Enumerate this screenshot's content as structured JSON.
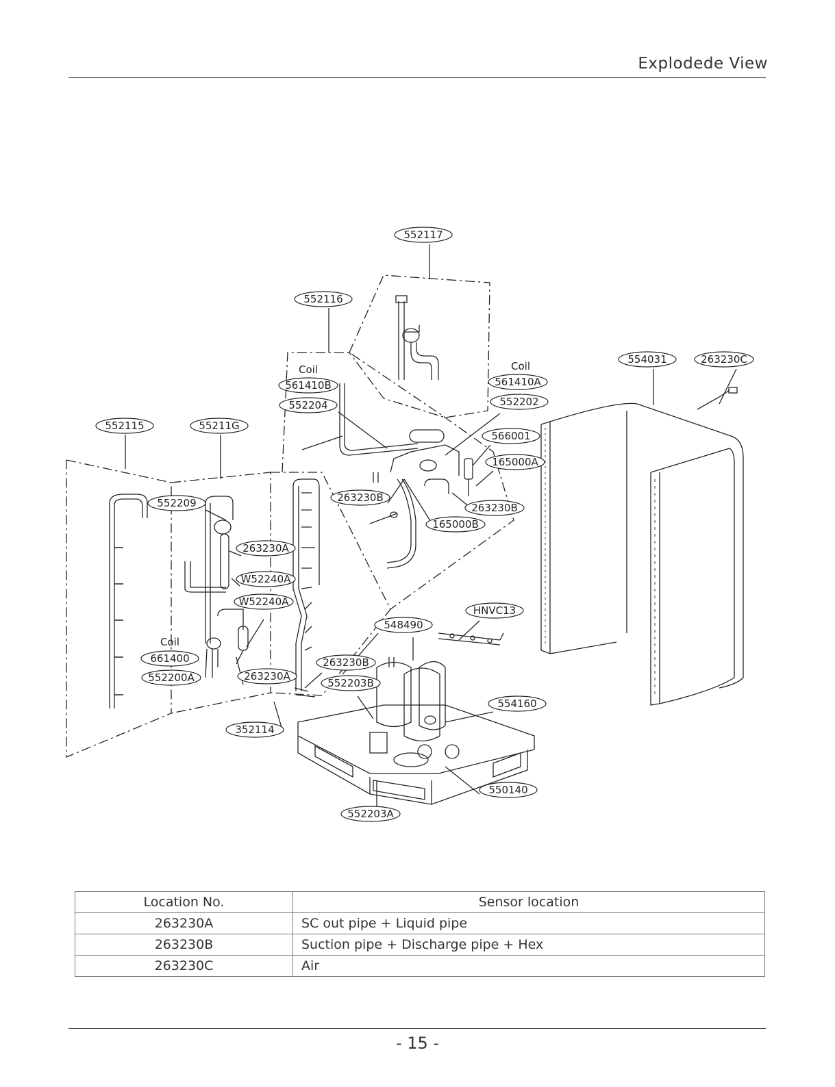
{
  "header": {
    "title": "Explodede View"
  },
  "diagram": {
    "callouts": [
      {
        "id": "c-552117",
        "label": "552117"
      },
      {
        "id": "c-552116",
        "label": "552116"
      },
      {
        "id": "c-561410B",
        "label": "561410B"
      },
      {
        "id": "c-552204",
        "label": "552204"
      },
      {
        "id": "c-561410A",
        "label": "561410A"
      },
      {
        "id": "c-552202",
        "label": "552202"
      },
      {
        "id": "c-566001",
        "label": "566001"
      },
      {
        "id": "c-165000A",
        "label": "165000A"
      },
      {
        "id": "c-263230B-1",
        "label": "263230B"
      },
      {
        "id": "c-263230B-2",
        "label": "263230B"
      },
      {
        "id": "c-165000B",
        "label": "165000B"
      },
      {
        "id": "c-554031",
        "label": "554031"
      },
      {
        "id": "c-263230C",
        "label": "263230C"
      },
      {
        "id": "c-552115",
        "label": "552115"
      },
      {
        "id": "c-55211G",
        "label": "55211G"
      },
      {
        "id": "c-552209",
        "label": "552209"
      },
      {
        "id": "c-263230A-1",
        "label": "263230A"
      },
      {
        "id": "c-W52240A-1",
        "label": "W52240A"
      },
      {
        "id": "c-W52240A-2",
        "label": "W52240A"
      },
      {
        "id": "c-661400",
        "label": "661400"
      },
      {
        "id": "c-552200A",
        "label": "552200A"
      },
      {
        "id": "c-263230A-2",
        "label": "263230A"
      },
      {
        "id": "c-HNVC13",
        "label": "HNVC13"
      },
      {
        "id": "c-548490",
        "label": "548490"
      },
      {
        "id": "c-263230B-3",
        "label": "263230B"
      },
      {
        "id": "c-552203B",
        "label": "552203B"
      },
      {
        "id": "c-554160",
        "label": "554160"
      },
      {
        "id": "c-352114",
        "label": "352114"
      },
      {
        "id": "c-550140",
        "label": "550140"
      },
      {
        "id": "c-552203A",
        "label": "552203A"
      }
    ],
    "coil_labels": [
      "Coil",
      "Coil",
      "Coil"
    ]
  },
  "table": {
    "headers": [
      "Location No.",
      "Sensor location"
    ],
    "rows": [
      {
        "location": "263230A",
        "sensor": "SC out pipe + Liquid pipe"
      },
      {
        "location": "263230B",
        "sensor": "Suction pipe + Discharge pipe + Hex"
      },
      {
        "location": "263230C",
        "sensor": "Air"
      }
    ]
  },
  "footer": {
    "page_number": "- 15 -"
  }
}
